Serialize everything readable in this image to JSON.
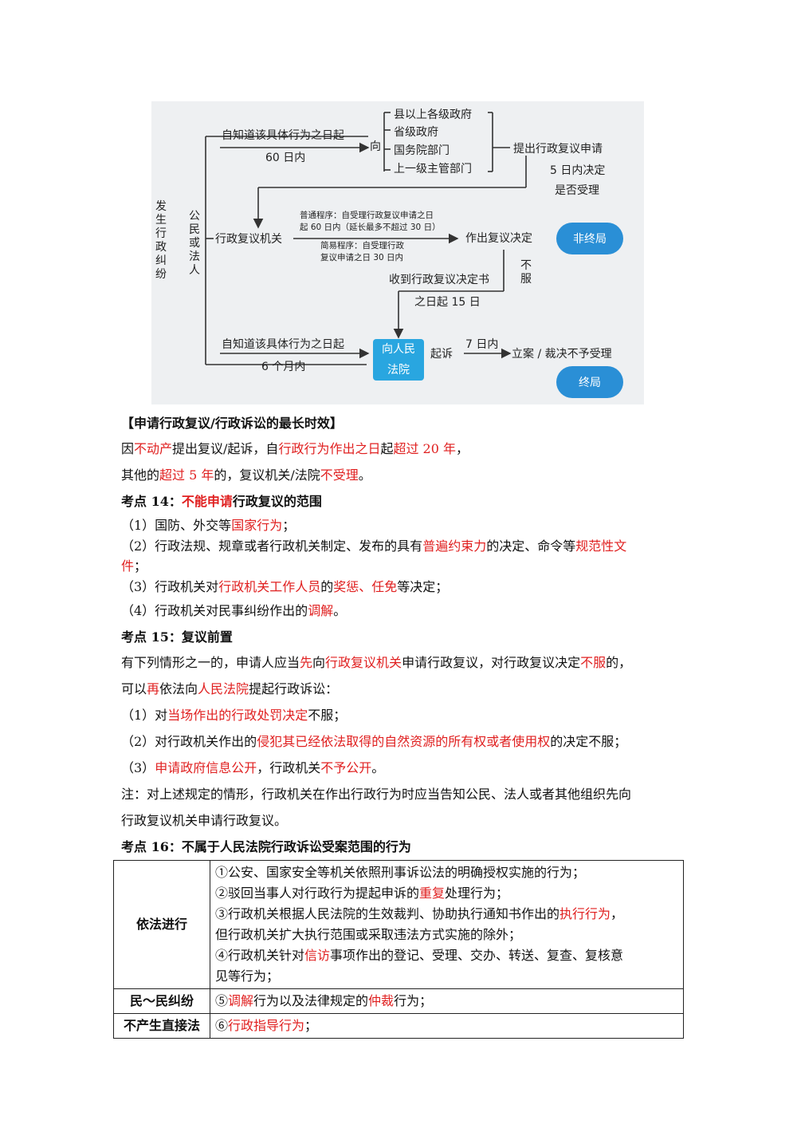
{
  "diagram": {
    "vertical_left": "发生行政纠纷",
    "vertical_party": "公民或法人",
    "top_branch": {
      "label": "自知道该具体行为之日起",
      "days": "60 日内",
      "to": "向"
    },
    "agencies": [
      "县以上各级政府",
      "省级政府",
      "国务院部门",
      "上一级主管部门"
    ],
    "apply": "提出行政复议申请",
    "accept_days": "5 日内决定",
    "accept_q": "是否受理",
    "review_org": "行政复议机关",
    "normal_proc_1": "普通程序：自受理行政复议申请之日",
    "normal_proc_2": "起 60 日内（延长最多不超过 30 日）",
    "simple_proc_1": "简易程序：自受理行政",
    "simple_proc_2": "复议申请之日 30 日内",
    "decision": "作出复议决定",
    "non_final": "非终局",
    "not_accept": "不服",
    "receive_1": "收到行政复议决定书",
    "receive_2": "之日起 15 日",
    "bottom_branch": {
      "label": "自知道该具体行为之日起",
      "months": "6 个月内"
    },
    "court_1": "向人民",
    "court_2": "法院",
    "sue": "起诉",
    "seven_days": "7 日内",
    "filing": "立案 / 裁决不予受理",
    "final": "终局"
  },
  "sec1": {
    "title": "【申请行政复议/行政诉讼的最长时效】",
    "p1": [
      "因",
      "不动产",
      "提出复议/起诉，自",
      "行政行为作出之日",
      "起",
      "超过 20 年",
      "，"
    ],
    "p2": [
      "其他的",
      "超过 5 年",
      "的，复议机关/法院",
      "不受理",
      "。"
    ]
  },
  "sec2": {
    "title_a": "考点 14：",
    "title_red": "不能申请",
    "title_b": "行政复议的范围",
    "i1": [
      "（1）国防、外交等",
      "国家行为",
      "；"
    ],
    "i2a": [
      "（2）行政法规、规章或者行政机关制定、发布的具有",
      "普遍约束力",
      "的决定、命令等",
      "规范性文"
    ],
    "i2b": [
      "件",
      "；"
    ],
    "i3": [
      "（3）行政机关对",
      "行政机关工作人员",
      "的",
      "奖惩、任免",
      "等决定；"
    ],
    "i4": [
      "（4）行政机关对民事纠纷作出的",
      "调解",
      "。"
    ]
  },
  "sec3": {
    "title": "考点 15：复议前置",
    "p1": [
      "有下列情形之一的，申请人应当",
      "先",
      "向",
      "行政复议机关",
      "申请行政复议，对行政复议决定",
      "不服",
      "的，"
    ],
    "p2": [
      "可以",
      "再",
      "依法向",
      "人民法院",
      "提起行政诉讼："
    ],
    "i1": [
      "（1）对",
      "当场作出的行政处罚决定",
      "不服；"
    ],
    "i2": [
      "（2）对行政机关作出的",
      "侵犯其已经依法取得的自然资源的所有权或者使用权",
      "的决定不服；"
    ],
    "i3": [
      "（3）",
      "申请政府信息公开",
      "，行政机关",
      "不予公开",
      "。"
    ],
    "note1": "注：对上述规定的情形，行政机关在作出行政行为时应当告知公民、法人或者其他组织先向",
    "note2": "行政复议机关申请行政复议。"
  },
  "sec4": {
    "title": "考点 16：不属于人民法院行政诉讼受案范围的行为",
    "rows": [
      {
        "head": "依法进行",
        "lines": [
          [
            "①公安、国家安全等机关依照刑事诉讼法的明确授权实施的行为；"
          ],
          [
            "②驳回当事人对行政行为提起申诉的",
            "重复",
            "处理行为；"
          ],
          [
            "③行政机关根据人民法院的生效裁判、协助执行通知书作出的",
            "执行行为",
            "，"
          ],
          [
            "但行政机关扩大执行范围或采取违法方式实施的除外；"
          ],
          [
            "④行政机关针对",
            "信访",
            "事项作出的登记、受理、交办、转送、复查、复核意"
          ],
          [
            "见等行为；"
          ]
        ]
      },
      {
        "head": "民～民纠纷",
        "lines": [
          [
            "⑤",
            "调解",
            "行为以及法律规定的",
            "仲裁",
            "行为；"
          ]
        ]
      },
      {
        "head": "不产生直接法",
        "lines": [
          [
            "⑥",
            "行政指导行为",
            "；"
          ]
        ]
      }
    ]
  }
}
